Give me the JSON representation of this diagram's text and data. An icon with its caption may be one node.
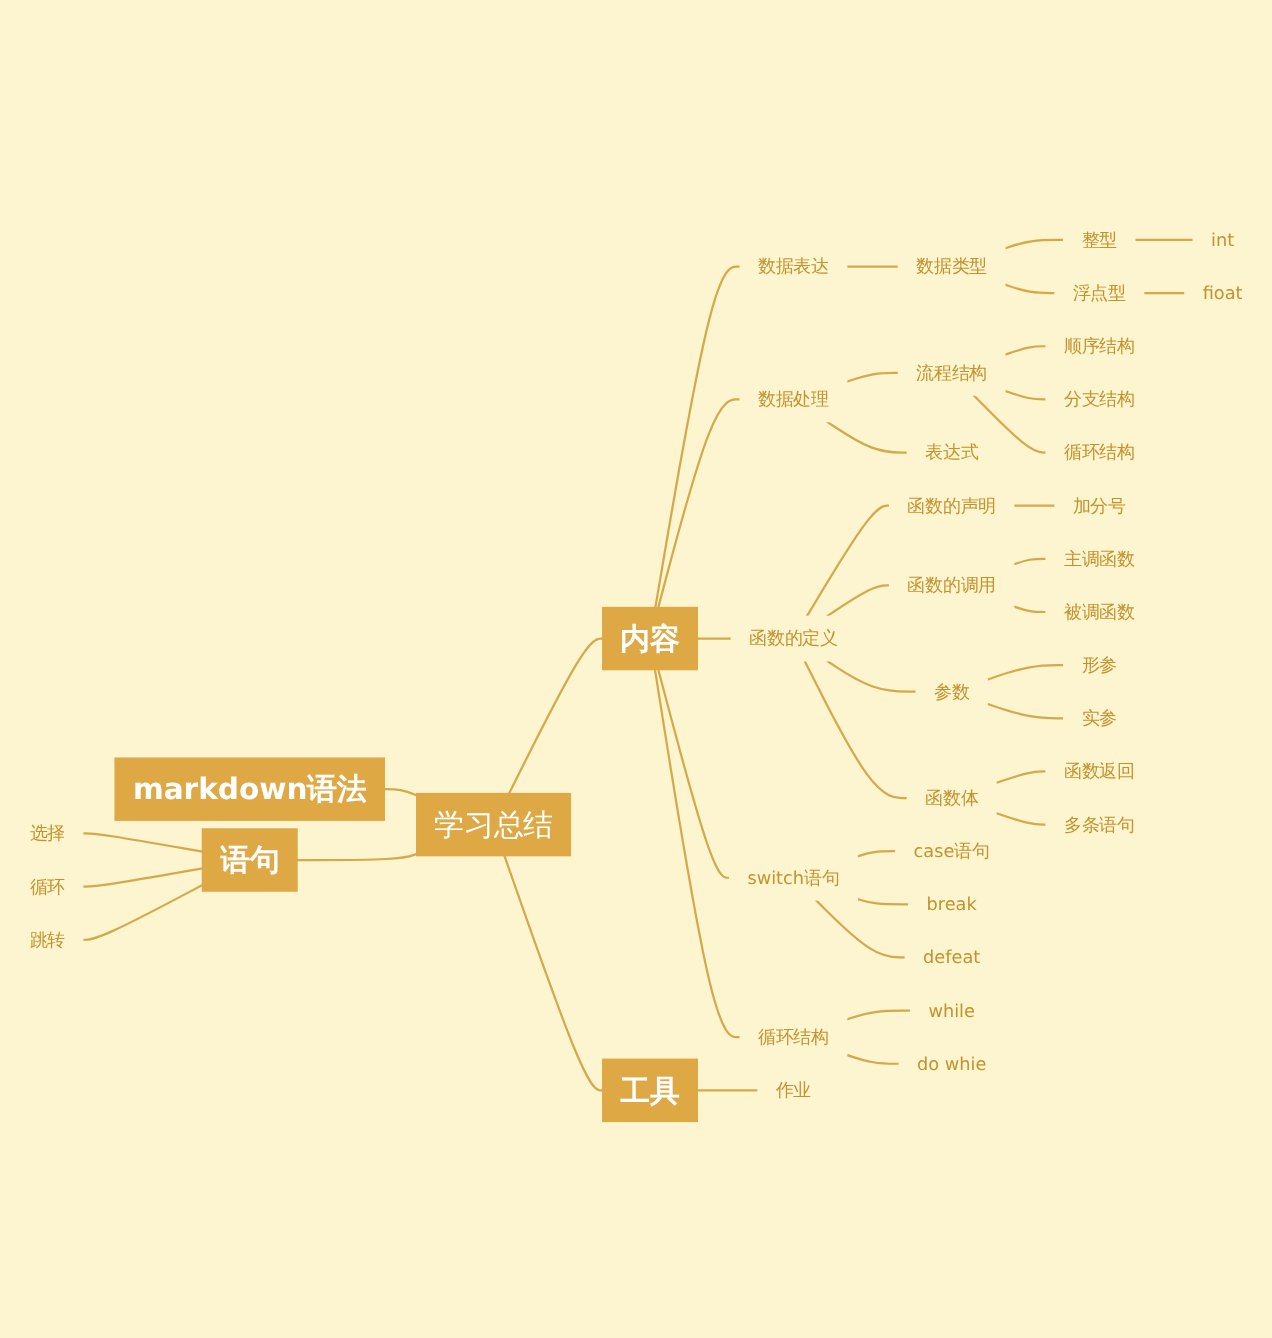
{
  "diagram": {
    "nodes": [
      {
        "text": [
          "学习总结"
        ]
      },
      {
        "text": [
          "markdown语法"
        ]
      },
      {
        "text": [
          "语句"
        ]
      },
      {
        "text": [
          "选择"
        ]
      },
      {
        "text": [
          "循环"
        ]
      },
      {
        "text": [
          "跳转"
        ]
      },
      {
        "text": [
          "内容"
        ]
      },
      {
        "text": [
          "数据表达"
        ]
      },
      {
        "text": [
          "数据类型"
        ]
      },
      {
        "text": [
          "整型"
        ]
      },
      {
        "text": [
          "int"
        ]
      },
      {
        "text": [
          "浮点型"
        ]
      },
      {
        "text": [
          "fioat"
        ]
      },
      {
        "text": [
          "数据处理"
        ]
      },
      {
        "text": [
          "流程结构"
        ]
      },
      {
        "text": [
          "顺序结构"
        ]
      },
      {
        "text": [
          "分支结构"
        ]
      },
      {
        "text": [
          "循环结构"
        ]
      },
      {
        "text": [
          "表达式"
        ]
      },
      {
        "text": [
          "函数的定义"
        ]
      },
      {
        "text": [
          "函数的声明"
        ]
      },
      {
        "text": [
          "加分号"
        ]
      },
      {
        "text": [
          "函数的调用"
        ]
      },
      {
        "text": [
          "主调函数"
        ]
      },
      {
        "text": [
          "被调函数"
        ]
      },
      {
        "text": [
          "参数"
        ]
      },
      {
        "text": [
          "形参"
        ]
      },
      {
        "text": [
          "实参"
        ]
      },
      {
        "text": [
          "函数体"
        ]
      },
      {
        "text": [
          "函数返回"
        ]
      },
      {
        "text": [
          "多条语句"
        ]
      },
      {
        "text": [
          "switch语句"
        ]
      },
      {
        "text": [
          "case语句"
        ]
      },
      {
        "text": [
          "break"
        ]
      },
      {
        "text": [
          "defeat"
        ]
      },
      {
        "text": [
          "循环结构"
        ]
      },
      {
        "text": [
          "while"
        ]
      },
      {
        "text": [
          "do whie"
        ]
      },
      {
        "text": [
          "工具"
        ]
      },
      {
        "text": [
          "作业"
        ]
      }
    ],
    "edges": [
      {
        "from": 0,
        "to": 1,
        "arrow": "none"
      },
      {
        "from": 0,
        "to": 2,
        "arrow": "none"
      },
      {
        "from": 2,
        "to": 3,
        "arrow": "none"
      },
      {
        "from": 2,
        "to": 4,
        "arrow": "none"
      },
      {
        "from": 2,
        "to": 5,
        "arrow": "none"
      },
      {
        "from": 0,
        "to": 6,
        "arrow": "none"
      },
      {
        "from": 6,
        "to": 7,
        "arrow": "none"
      },
      {
        "from": 7,
        "to": 8,
        "arrow": "none"
      },
      {
        "from": 8,
        "to": 9,
        "arrow": "none"
      },
      {
        "from": 9,
        "to": 10,
        "arrow": "none"
      },
      {
        "from": 8,
        "to": 11,
        "arrow": "none"
      },
      {
        "from": 11,
        "to": 12,
        "arrow": "none"
      },
      {
        "from": 6,
        "to": 13,
        "arrow": "none"
      },
      {
        "from": 13,
        "to": 14,
        "arrow": "none"
      },
      {
        "from": 14,
        "to": 15,
        "arrow": "none"
      },
      {
        "from": 14,
        "to": 16,
        "arrow": "none"
      },
      {
        "from": 14,
        "to": 17,
        "arrow": "none"
      },
      {
        "from": 13,
        "to": 18,
        "arrow": "none"
      },
      {
        "from": 6,
        "to": 19,
        "arrow": "none"
      },
      {
        "from": 19,
        "to": 20,
        "arrow": "none"
      },
      {
        "from": 20,
        "to": 21,
        "arrow": "none"
      },
      {
        "from": 19,
        "to": 22,
        "arrow": "none"
      },
      {
        "from": 22,
        "to": 23,
        "arrow": "none"
      },
      {
        "from": 22,
        "to": 24,
        "arrow": "none"
      },
      {
        "from": 19,
        "to": 25,
        "arrow": "none"
      },
      {
        "from": 25,
        "to": 26,
        "arrow": "none"
      },
      {
        "from": 25,
        "to": 27,
        "arrow": "none"
      },
      {
        "from": 19,
        "to": 28,
        "arrow": "none"
      },
      {
        "from": 28,
        "to": 29,
        "arrow": "none"
      },
      {
        "from": 28,
        "to": 30,
        "arrow": "none"
      },
      {
        "from": 6,
        "to": 31,
        "arrow": "none"
      },
      {
        "from": 31,
        "to": 32,
        "arrow": "none"
      },
      {
        "from": 31,
        "to": 33,
        "arrow": "none"
      },
      {
        "from": 31,
        "to": 34,
        "arrow": "none"
      },
      {
        "from": 6,
        "to": 35,
        "arrow": "none"
      },
      {
        "from": 35,
        "to": 36,
        "arrow": "none"
      },
      {
        "from": 35,
        "to": 37,
        "arrow": "none"
      },
      {
        "from": 0,
        "to": 38,
        "arrow": "none"
      },
      {
        "from": 38,
        "to": 39,
        "arrow": "none"
      }
    ]
  }
}
